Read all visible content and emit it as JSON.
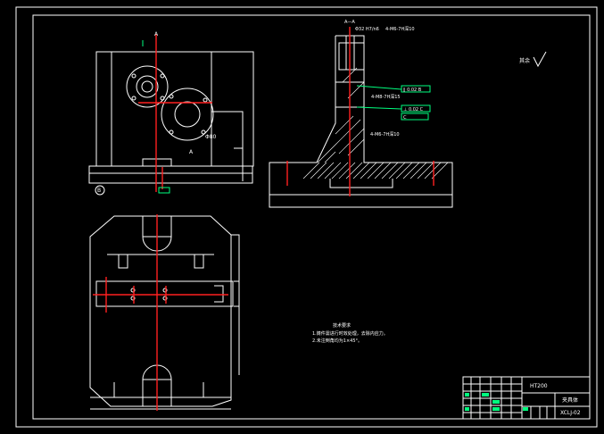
{
  "colors": {
    "background": "#000000",
    "line": "#ffffff",
    "center_line": "#ff2020",
    "dimension": "#00ff7f",
    "accent_blue": "#3aa0ff",
    "accent_yellow": "#ffff00"
  },
  "drawing": {
    "section_label": "A—A",
    "section_marker_top": "A",
    "section_marker_bottom": "A",
    "roughness_symbol": "其余",
    "material": "HT200",
    "part_name": "夹具体",
    "drawing_no": "XCLJ-02",
    "notes": {
      "heading": "技术要求",
      "line1": "1.铸件需进行时效处理，去除内应力。",
      "line2": "2.未注倒角均为1×45°。"
    },
    "callouts": {
      "fit_top": "Φ32 H7/n6",
      "holes_top": "4-M6-7H深10",
      "holes_mid": "4-M8-7H深15",
      "holes_low": "4-M6-7H深10",
      "tol_parallel": "∥ 0.02 B",
      "tol_perp": "⊥ 0.02 C",
      "dim_diameter": "Φ80",
      "datum_b": "B",
      "datum_c": "C"
    }
  }
}
